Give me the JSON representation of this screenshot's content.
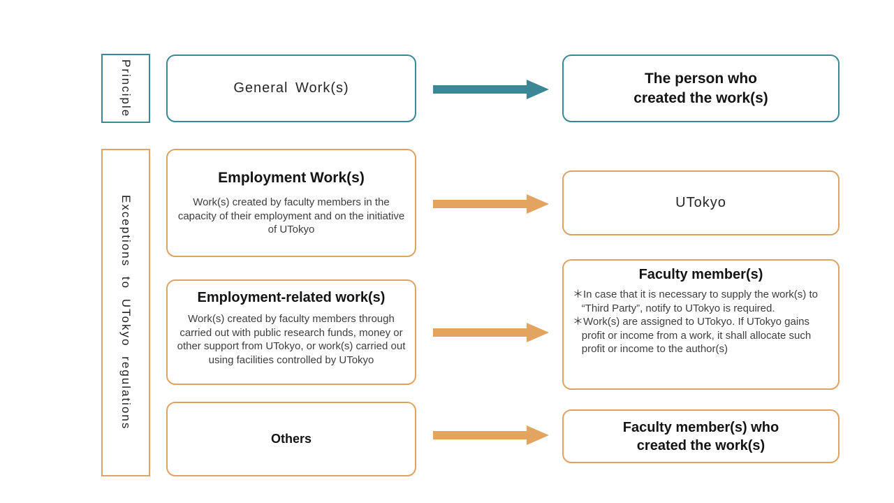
{
  "colors": {
    "teal": "#3B8795",
    "orange": "#DEA262",
    "arrow_orange": "#E2A45E",
    "title_text": "#141414",
    "body_text": "#3d3d3d",
    "background": "#FFFFFF"
  },
  "principle_section": {
    "label": "Principle",
    "source": {
      "title": "General Work(s)"
    },
    "target": {
      "title": "The person who\ncreated the work(s)"
    }
  },
  "exceptions_section": {
    "label": "Exceptions to UTokyo regulations",
    "rows": [
      {
        "source": {
          "title": "Employment Work(s)",
          "body": "Work(s) created by faculty members in the capacity of their employment and on the initiative of UTokyo"
        },
        "target": {
          "title": "UTokyo"
        }
      },
      {
        "source": {
          "title": "Employment-related work(s)",
          "body": "Work(s) created by faculty members through carried out with public research funds, money or other support from UTokyo, or work(s) carried out using facilities controlled by UTokyo"
        },
        "target": {
          "title": "Faculty member(s)",
          "notes": [
            "＊In case that it is necessary to supply the work(s) to “Third Party”, notify to UTokyo is required.",
            "＊Work(s) are assigned to UTokyo. If UTokyo gains profit or income from a work, it shall allocate such profit or income to the author(s)"
          ]
        }
      },
      {
        "source": {
          "title": "Others"
        },
        "target": {
          "title": "Faculty member(s) who\ncreated the work(s)"
        }
      }
    ]
  }
}
